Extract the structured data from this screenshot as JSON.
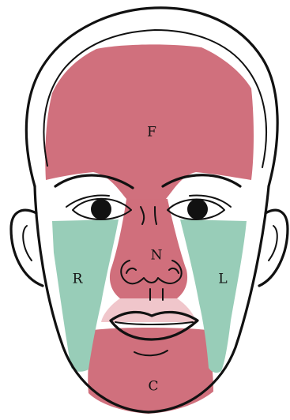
{
  "colors": {
    "forehead": "#d0707d",
    "nose": "#d06f7c",
    "chin": "#d0707d",
    "cheeks": "#98cdb8",
    "upper_lip": "#f0c6cb",
    "outline": "#111111",
    "background": "#ffffff"
  },
  "regions": {
    "forehead": {
      "label": "F"
    },
    "nose": {
      "label": "N"
    },
    "right_cheek": {
      "label": "R"
    },
    "left_cheek": {
      "label": "L"
    },
    "chin": {
      "label": "C"
    }
  }
}
